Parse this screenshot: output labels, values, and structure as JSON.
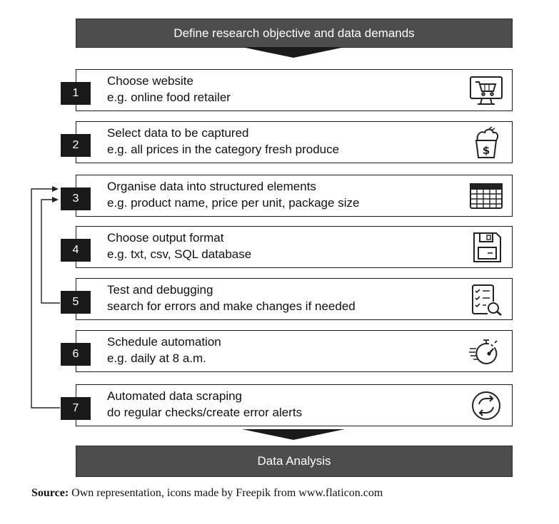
{
  "header_banner": "Define research objective and data demands",
  "footer_banner": "Data Analysis",
  "steps": [
    {
      "number": "1",
      "title": "Choose website",
      "detail": "e.g. online food retailer",
      "icon": "shopping-cart-monitor-icon"
    },
    {
      "number": "2",
      "title": "Select data to be captured",
      "detail": "e.g. all prices in the category fresh produce",
      "icon": "grocery-bag-dollar-icon"
    },
    {
      "number": "3",
      "title": "Organise data into structured elements",
      "detail": "e.g. product name, price per unit, package size",
      "icon": "table-grid-icon"
    },
    {
      "number": "4",
      "title": "Choose output format",
      "detail": "e.g. txt, csv, SQL database",
      "icon": "floppy-disk-icon"
    },
    {
      "number": "5",
      "title": "Test and debugging",
      "detail": "search for errors and make changes if needed",
      "icon": "checklist-search-icon"
    },
    {
      "number": "6",
      "title": "Schedule automation",
      "detail": "e.g. daily at 8 a.m.",
      "icon": "stopwatch-icon"
    },
    {
      "number": "7",
      "title": "Automated data scraping",
      "detail": "do regular checks/create error alerts",
      "icon": "refresh-cycle-icon"
    }
  ],
  "source": {
    "label": "Source:",
    "text": " Own representation, icons made by Freepik from www.flaticon.com"
  }
}
